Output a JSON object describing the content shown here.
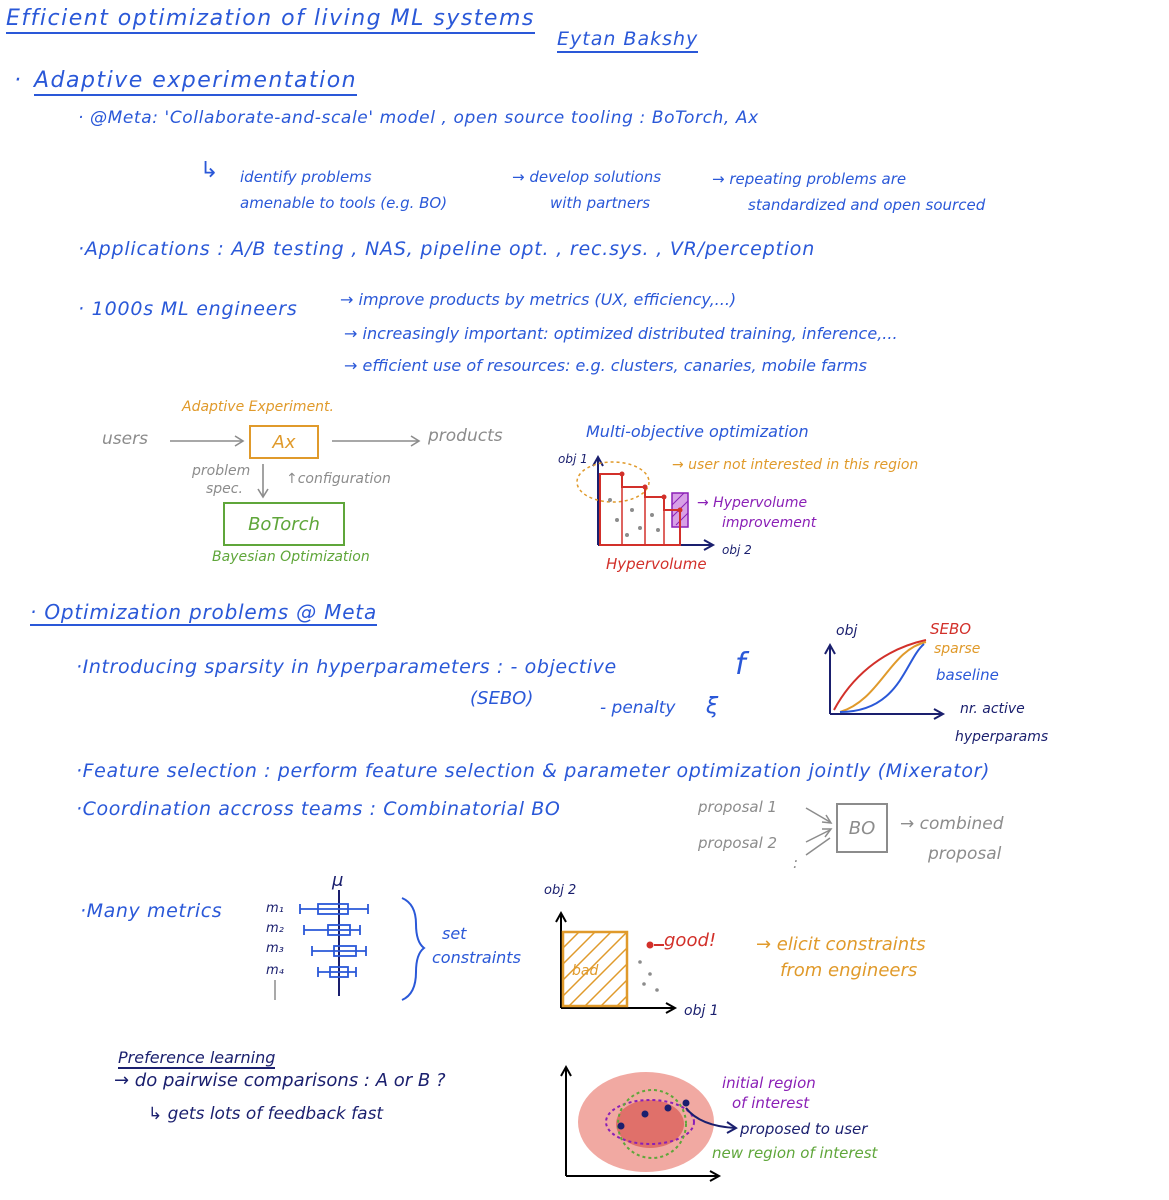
{
  "header": {
    "title": "Efficient optimization of living ML systems",
    "author": "Eytan Bakshy"
  },
  "adaptive": {
    "heading": "Adaptive experimentation",
    "meta_line": "· @Meta: 'Collaborate-and-scale' model , open source tooling : BoTorch, Ax",
    "flow_1a": "identify problems",
    "flow_1b": "amenable to tools (e.g. BO)",
    "flow_2a": "→ develop solutions",
    "flow_2b": "with partners",
    "flow_3a": "→ repeating problems are",
    "flow_3b": "standardized and open sourced",
    "applications": "·Applications : A/B testing , NAS, pipeline opt. , rec.sys. , VR/perception",
    "engineers": "· 1000s ML engineers",
    "eng_1": "→ improve products by metrics (UX, efficiency,...)",
    "eng_2": "→ increasingly important: optimized distributed training, inference,...",
    "eng_3": "→ efficient use of resources: e.g. clusters, canaries, mobile farms"
  },
  "ax_diagram": {
    "label_top": "Adaptive Experiment.",
    "ax": "Ax",
    "users": "users",
    "products": "products",
    "problem": "problem",
    "spec": "spec.",
    "configuration": "↑configuration",
    "botorch": "BoTorch",
    "bayesian": "Bayesian Optimization"
  },
  "moo": {
    "title": "Multi-objective optimization",
    "obj1": "obj 1",
    "obj2": "obj 2",
    "not_interested": "→ user not interested in this region",
    "hv_improvement_a": "→ Hypervolume",
    "hv_improvement_b": "improvement",
    "hypervolume": "Hypervolume"
  },
  "optimization": {
    "heading": "· Optimization problems @ Meta",
    "sparsity": "·Introducing sparsity in hyperparameters : - objective",
    "f_symbol": "f",
    "sebo_paren": "(SEBO)",
    "penalty": "- penalty",
    "xi_symbol": "ξ",
    "feature": "·Feature selection : perform feature selection & parameter optimization jointly (Mixerator)",
    "coordination": "·Coordination accross teams : Combinatorial BO"
  },
  "sebo_chart": {
    "obj": "obj",
    "sebo": "SEBO",
    "sparse": "sparse",
    "baseline": "baseline",
    "xlabel_a": "nr. active",
    "xlabel_b": "hyperparams"
  },
  "bo_combine": {
    "proposal1": "proposal 1",
    "proposal2": "proposal 2",
    "dots": ":",
    "bo": "BO",
    "combined_a": "→ combined",
    "combined_b": "proposal"
  },
  "metrics": {
    "label": "·Many metrics",
    "mu": "μ",
    "m1": "m₁",
    "m2": "m₂",
    "m3": "m₃",
    "m4": "m₄",
    "set_a": "set",
    "set_b": "constraints"
  },
  "constraint_chart": {
    "obj2": "obj 2",
    "obj1": "obj 1",
    "bad": "bad",
    "good": "good!",
    "elicit_a": "→ elicit constraints",
    "elicit_b": "from engineers"
  },
  "preference": {
    "heading": "Preference learning",
    "line1": "→ do pairwise comparisons : A or B ?",
    "line2": "↳ gets lots of feedback fast",
    "initial_a": "initial region",
    "initial_b": "of interest",
    "proposed": "proposed to user",
    "new_region": "new region of interest"
  },
  "colors": {
    "blue": "#2a58d8",
    "navy": "#1a1f6e",
    "orange": "#e09a2b",
    "gray": "#8c8c8c",
    "red": "#d2302a",
    "green": "#5fa63a",
    "purple": "#8a1fb6"
  }
}
